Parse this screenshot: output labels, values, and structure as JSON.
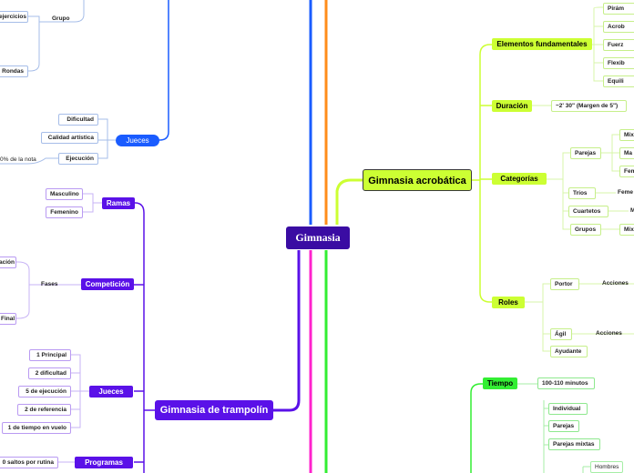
{
  "root": "Gimnasia",
  "acrobatica": {
    "title": "Gimnasia acrobática",
    "elementos": {
      "label": "Elementos fundamentales",
      "items": [
        "Pirám",
        "Acrob",
        "Fuerz",
        "Flexib",
        "Equili"
      ]
    },
    "duracion": {
      "label": "Duración",
      "value": "~2' 30\" (Margen de 5\")"
    },
    "categorias": {
      "label": "Categorías",
      "parejas": {
        "label": "Parejas",
        "items": [
          "Mix",
          "Ma",
          "Fem"
        ]
      },
      "trios": {
        "label": "Tríos",
        "item": "Feme"
      },
      "cuartetos": {
        "label": "Cuartetos",
        "item": "M"
      },
      "grupos": {
        "label": "Grupos",
        "item": "Mix"
      }
    },
    "roles": {
      "label": "Roles",
      "portor": {
        "label": "Portor",
        "acciones": "Acciones"
      },
      "agil": {
        "label": "Ágil",
        "acciones": "Acciones"
      },
      "ayudante": "Ayudante"
    }
  },
  "tiempo": {
    "label": "Tiempo",
    "value": "100-110 minutos",
    "items": [
      "Individual",
      "Parejas",
      "Parejas mixtas"
    ],
    "hombres": "Hombres"
  },
  "trampolin": {
    "title": "Gimnasia de trampolín",
    "ramas": {
      "label": "Ramas",
      "items": [
        "Masculino",
        "Femenino"
      ]
    },
    "competicion": {
      "label": "Competición",
      "fases": "Fases",
      "items": [
        "ación",
        "Final"
      ]
    },
    "jueces": {
      "label": "Jueces",
      "items": [
        "1 Principal",
        "2 dificultad",
        "5 de ejecución",
        "2 de referencia",
        "1 de tiempo en vuelo"
      ]
    },
    "programas": {
      "label": "Programas",
      "items": [
        "0 saltos por rutina"
      ]
    }
  },
  "top_left": {
    "grupo": "Grupo",
    "ejercicios": "ejercicios",
    "rondas": "Rondas",
    "jueces": {
      "label": "Jueces",
      "items": [
        "Dificultad",
        "Calidad artística",
        "Ejecución"
      ],
      "nota": "0% de la nota"
    }
  },
  "colors": {
    "root": "#3a0ca3",
    "acrobatica": "#ccff33",
    "trampolin": "#5a11e8",
    "blue_branch": "#1a5cff",
    "orange_branch": "#ff8c1a",
    "green_branch": "#33ee33",
    "magenta_branch": "#ff22cc"
  }
}
